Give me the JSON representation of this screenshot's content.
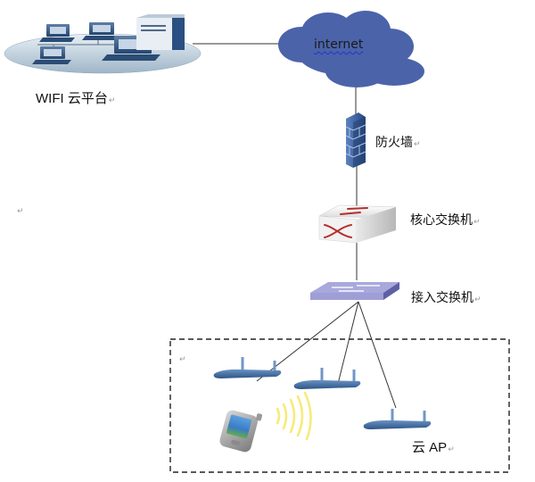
{
  "diagram": {
    "title": "WIFI network topology",
    "paragraph_mark": "↵",
    "nodes": {
      "cloud_platform": {
        "label": "WIFI 云平台",
        "icon": "lan-servers-icon"
      },
      "internet": {
        "label": "internet",
        "icon": "cloud-icon"
      },
      "firewall": {
        "label": "防火墙",
        "icon": "firewall-icon"
      },
      "core_switch": {
        "label": "核心交换机",
        "icon": "core-switch-icon"
      },
      "access_switch": {
        "label": "接入交换机",
        "icon": "access-switch-icon"
      },
      "cloud_ap": {
        "label": "云 AP",
        "icon": "wireless-router-icon"
      },
      "client": {
        "icon": "pda-phone-icon"
      },
      "signal": {
        "icon": "wifi-signal-icon"
      }
    },
    "edges": [
      [
        "cloud_platform",
        "internet"
      ],
      [
        "internet",
        "firewall"
      ],
      [
        "firewall",
        "core_switch"
      ],
      [
        "core_switch",
        "access_switch"
      ],
      [
        "access_switch",
        "ap_1"
      ],
      [
        "access_switch",
        "ap_2"
      ],
      [
        "access_switch",
        "ap_3"
      ]
    ],
    "group": {
      "name": "cloud-ap-group",
      "contains": [
        "ap_1",
        "ap_2",
        "ap_3",
        "client"
      ]
    },
    "colors": {
      "cloud_fill": "#4a63a8",
      "firewall_blue": "#2e4f8f",
      "switch_red": "#b03030",
      "access_switch_fill": "#9d9bd6",
      "router_blue": "#3f6aa0",
      "signal_yellow": "#f7e77a",
      "line": "#333333"
    }
  }
}
